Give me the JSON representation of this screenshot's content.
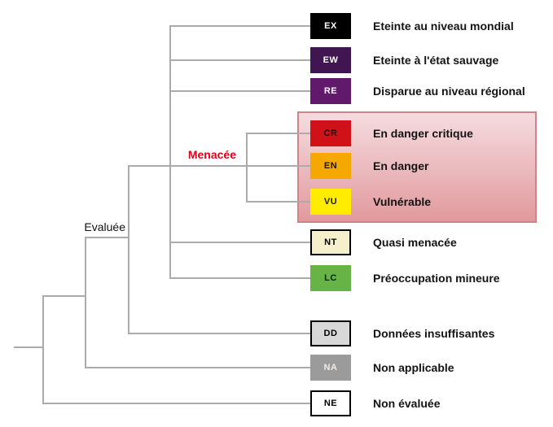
{
  "diagram": {
    "line_color": "#ababab",
    "threat_panel": {
      "border_color": "#d0838a",
      "gradient_top": "#f5dcdf",
      "gradient_bottom": "#e19a9e"
    },
    "labels": {
      "menacee": {
        "text": "Menacée",
        "color": "#e00019"
      },
      "evaluee": {
        "text": "Evaluée",
        "color": "#111111"
      }
    },
    "categories": [
      {
        "code": "EX",
        "label": "Eteinte au niveau mondial",
        "fill": "#000000",
        "code_color": "#ffffff",
        "border_color": "none"
      },
      {
        "code": "EW",
        "label": "Eteinte à l'état sauvage",
        "fill": "#411452",
        "code_color": "#ffffff",
        "border_color": "none"
      },
      {
        "code": "RE",
        "label": "Disparue au niveau régional",
        "fill": "#611a6b",
        "code_color": "#ffffff",
        "border_color": "none"
      },
      {
        "code": "CR",
        "label": "En danger critique",
        "fill": "#d01118",
        "code_color": "#1c0303",
        "border_color": "none"
      },
      {
        "code": "EN",
        "label": "En danger",
        "fill": "#f5a802",
        "code_color": "#1c1200",
        "border_color": "none"
      },
      {
        "code": "VU",
        "label": "Vulnérable",
        "fill": "#ffec00",
        "code_color": "#1c1c00",
        "border_color": "none"
      },
      {
        "code": "NT",
        "label": "Quasi menacée",
        "fill": "#f6efcc",
        "code_color": "#000000",
        "border_color": "#000000"
      },
      {
        "code": "LC",
        "label": "Préoccupation mineure",
        "fill": "#68b346",
        "code_color": "#03240a",
        "border_color": "none"
      },
      {
        "code": "DD",
        "label": "Données insuffisantes",
        "fill": "#d8d8d8",
        "code_color": "#000000",
        "border_color": "#000000"
      },
      {
        "code": "NA",
        "label": "Non applicable",
        "fill": "#9b9b9b",
        "code_color": "#f0ece4",
        "border_color": "none"
      },
      {
        "code": "NE",
        "label": "Non évaluée",
        "fill": "#ffffff",
        "code_color": "#000000",
        "border_color": "#000000"
      }
    ]
  }
}
